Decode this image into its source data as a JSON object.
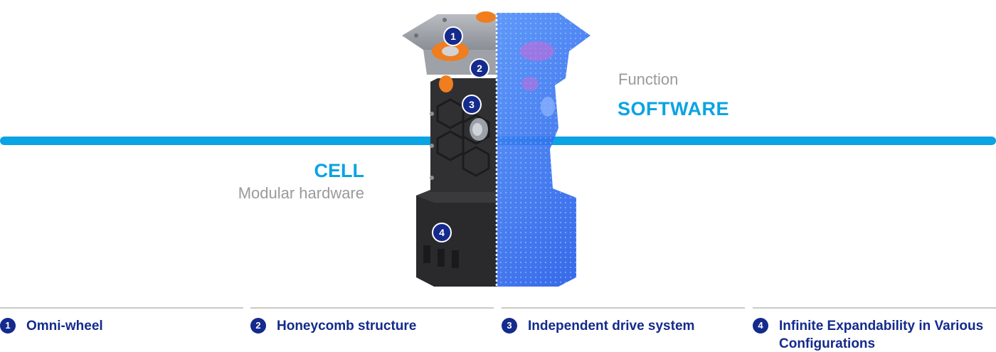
{
  "software_label": {
    "subtitle": "Function",
    "title": "SOFTWARE"
  },
  "cell_label": {
    "title": "CELL",
    "subtitle": "Modular hardware"
  },
  "callouts": [
    "1",
    "2",
    "3",
    "4"
  ],
  "features": [
    {
      "number": "1",
      "text": "Omni-wheel"
    },
    {
      "number": "2",
      "text": "Honeycomb structure"
    },
    {
      "number": "3",
      "text": "Independent drive system"
    },
    {
      "number": "4",
      "text": "Infinite Expandability in Various Configurations"
    }
  ],
  "colors": {
    "accent_blue": "#0aa3e3",
    "navy": "#142a8c",
    "gray_text": "#9a9a9a",
    "hardware_black": "#2a2a2c",
    "wheel_orange": "#f07d1e",
    "hologram_blue": "#2d6bf0"
  }
}
